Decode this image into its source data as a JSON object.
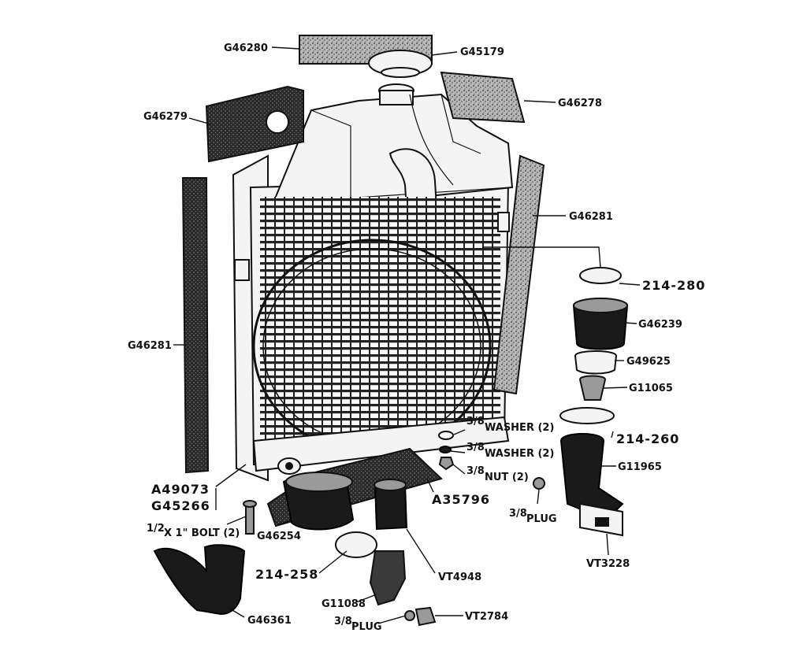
{
  "callouts": [
    {
      "id": "g46280",
      "text": "G46280"
    },
    {
      "id": "g45179",
      "text": "G45179"
    },
    {
      "id": "g46279",
      "text": "G46279"
    },
    {
      "id": "g46278",
      "text": "G46278"
    },
    {
      "id": "g46281-right",
      "text": "G46281"
    },
    {
      "id": "214-280",
      "text": "214-280"
    },
    {
      "id": "g46239",
      "text": "G46239"
    },
    {
      "id": "g49625",
      "text": "G49625"
    },
    {
      "id": "g11065",
      "text": "G11065"
    },
    {
      "id": "washer-1",
      "frac": "3/8",
      "text": "WASHER (2)"
    },
    {
      "id": "washer-2",
      "frac": "3/8",
      "text": "WASHER (2)"
    },
    {
      "id": "nut",
      "frac": "3/8",
      "text": "NUT (2)"
    },
    {
      "id": "214-260",
      "text": "214-260"
    },
    {
      "id": "g46281-left",
      "text": "G46281"
    },
    {
      "id": "g11965",
      "text": "G11965"
    },
    {
      "id": "a35796",
      "text": "A35796"
    },
    {
      "id": "a49073",
      "text": "A49073"
    },
    {
      "id": "g45266",
      "text": "G45266"
    },
    {
      "id": "plug-right",
      "frac": "3/8",
      "text": "PLUG"
    },
    {
      "id": "bolt",
      "frac": "1/2",
      "text": "X 1\" BOLT (2)"
    },
    {
      "id": "g46254",
      "text": "G46254"
    },
    {
      "id": "vt3228",
      "text": "VT3228"
    },
    {
      "id": "214-258",
      "text": "214-258"
    },
    {
      "id": "vt4948",
      "text": "VT4948"
    },
    {
      "id": "g11088",
      "text": "G11088"
    },
    {
      "id": "vt2784",
      "text": "VT2784"
    },
    {
      "id": "plug-bottom",
      "frac": "3/8",
      "text": "PLUG"
    },
    {
      "id": "g46361",
      "text": "G46361"
    }
  ]
}
